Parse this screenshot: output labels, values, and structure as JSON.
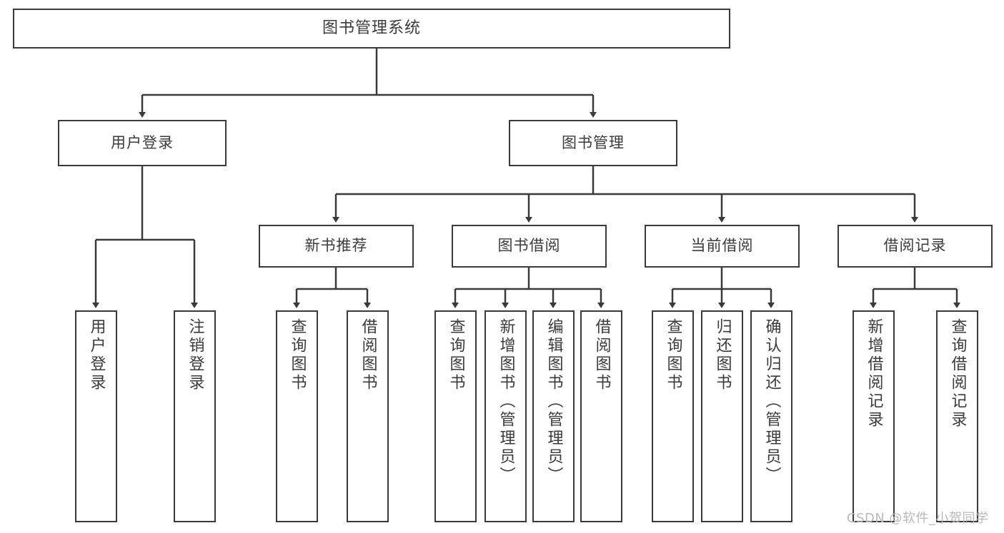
{
  "diagram": {
    "title": "图书管理系统",
    "type": "tree-hierarchy-chart",
    "watermark": "CSDN @软件_小贺同学",
    "colors": {
      "stroke": "#3a3a3a",
      "text": "#3b3b3b",
      "background": "#ffffff",
      "watermark": "#b9b9b9"
    }
  },
  "nodes": {
    "root": {
      "label": "图书管理系统"
    },
    "level2": [
      {
        "label": "用户登录"
      },
      {
        "label": "图书管理"
      }
    ],
    "level3": [
      {
        "label": "新书推荐"
      },
      {
        "label": "图书借阅"
      },
      {
        "label": "当前借阅"
      },
      {
        "label": "借阅记录"
      }
    ],
    "leaves": {
      "user_login": [
        {
          "label": "用户登录"
        },
        {
          "label": "注销登录"
        }
      ],
      "new_book_recommend": [
        {
          "label": "查询图书"
        },
        {
          "label": "借阅图书"
        }
      ],
      "book_borrow": [
        {
          "label": "查询图书"
        },
        {
          "label": "新增图书（管理员）"
        },
        {
          "label": "编辑图书（管理员）"
        },
        {
          "label": "借阅图书"
        }
      ],
      "current_borrow": [
        {
          "label": "查询图书"
        },
        {
          "label": "归还图书"
        },
        {
          "label": "确认归还（管理员）"
        }
      ],
      "borrow_records": [
        {
          "label": "新增借阅记录"
        },
        {
          "label": "查询借阅记录"
        }
      ]
    }
  }
}
